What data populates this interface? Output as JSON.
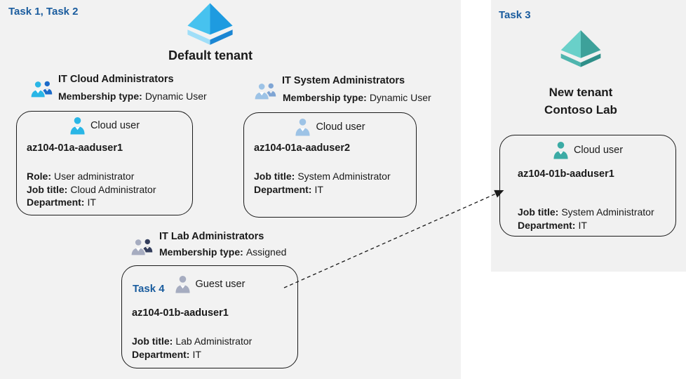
{
  "tasks": {
    "left": "Task 1, Task 2",
    "right": "Task 3"
  },
  "tenants": {
    "default": {
      "name": "Default tenant"
    },
    "new": {
      "line1": "New tenant",
      "line2": "Contoso Lab"
    }
  },
  "groups": [
    {
      "title": "IT Cloud Administrators",
      "membership_label": "Membership type:",
      "membership_value": "Dynamic User"
    },
    {
      "title": "IT System Administrators",
      "membership_label": "Membership type:",
      "membership_value": "Dynamic User"
    },
    {
      "title": "IT Lab Administrators",
      "membership_label": "Membership type:",
      "membership_value": "Assigned"
    }
  ],
  "users": [
    {
      "type_label": "Cloud user",
      "name": "az104-01a-aaduser1",
      "attributes": [
        {
          "label": "Role:",
          "value": "User administrator"
        },
        {
          "label": "Job title:",
          "value": "Cloud Administrator"
        },
        {
          "label": "Department:",
          "value": "IT"
        }
      ]
    },
    {
      "type_label": "Cloud user",
      "name": "az104-01a-aaduser2",
      "attributes": [
        {
          "label": "Job title:",
          "value": "System Administrator"
        },
        {
          "label": "Department:",
          "value": "IT"
        }
      ]
    },
    {
      "task_label": "Task 4",
      "type_label": "Guest user",
      "name": "az104-01b-aaduser1",
      "attributes": [
        {
          "label": "Job title:",
          "value": "Lab Administrator"
        },
        {
          "label": "Department:",
          "value": "IT"
        }
      ]
    },
    {
      "type_label": "Cloud user",
      "name": "az104-01b-aaduser1",
      "attributes": [
        {
          "label": "Job title:",
          "value": "System Administrator"
        },
        {
          "label": "Department:",
          "value": "IT"
        }
      ]
    }
  ],
  "icons": {
    "default_tenant": "azure-tenant-pyramid-icon-blue",
    "new_tenant": "azure-tenant-pyramid-icon-teal",
    "group1": "two-users-group-icon-blue",
    "group2": "two-users-group-icon-muted-blue",
    "group3": "two-users-group-icon-gray",
    "cloud_user_1": "user-silhouette-icon-cyan",
    "cloud_user_2": "user-silhouette-icon-muted-blue",
    "guest_user": "user-silhouette-icon-gray",
    "cloud_user_new_tenant": "user-silhouette-icon-teal",
    "arrow": "dashed-arrow-guest-invite"
  },
  "colors": {
    "task_label_blue": "#1A5C9E",
    "background_left": "#F2F2F2",
    "background_right": "#F1F1F1",
    "box_border": "#1A1A1A",
    "user_cyan": "#29B6E6",
    "user_muted_blue": "#9DC3E6",
    "user_gray": "#A6ACC0",
    "user_teal": "#3BABA5",
    "group1_back": "#1B6AC9",
    "group2_back": "#7FA5D4",
    "group3_back": "#333D5C",
    "tenant_blue_light": "#47C2EF",
    "tenant_blue_dark": "#1E9BE0",
    "tenant_teal_light": "#69D0C9",
    "tenant_teal_dark": "#3DA19A"
  }
}
